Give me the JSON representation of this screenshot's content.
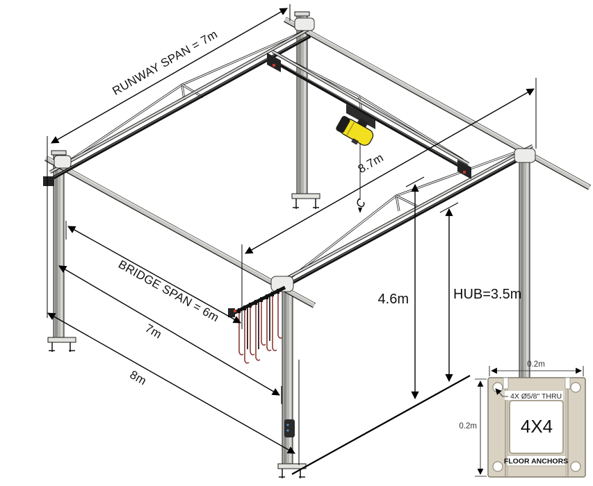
{
  "dims": {
    "runway_span": {
      "label": "RUNWAY SPAN = 7m",
      "value": 7,
      "unit": "m"
    },
    "diagonal": {
      "label": "8.7m",
      "value": 8.7,
      "unit": "m"
    },
    "bridge_span": {
      "label": "BRIDGE SPAN = 6m",
      "value": 6,
      "unit": "m"
    },
    "width_7": {
      "label": "7m",
      "value": 7,
      "unit": "m"
    },
    "width_8": {
      "label": "8m",
      "value": 8,
      "unit": "m"
    },
    "height_46": {
      "label": "4.6m",
      "value": 4.6,
      "unit": "m"
    },
    "hub": {
      "label": "HUB=3.5m",
      "value": 3.5,
      "unit": "m"
    }
  },
  "inset": {
    "width_label": "0.2m",
    "height_label": "0.2m",
    "holes_label": "4X Ø5/8\" THRU",
    "post_label": "4X4",
    "caption": "FLOOR ANCHORS"
  },
  "colors": {
    "hoist_yellow": "#f2df1f",
    "festoon_red": "#8a3a34",
    "structure_gray": "#c7c7c3",
    "plate_beige": "#d9d2c3",
    "line_black": "#000000"
  }
}
